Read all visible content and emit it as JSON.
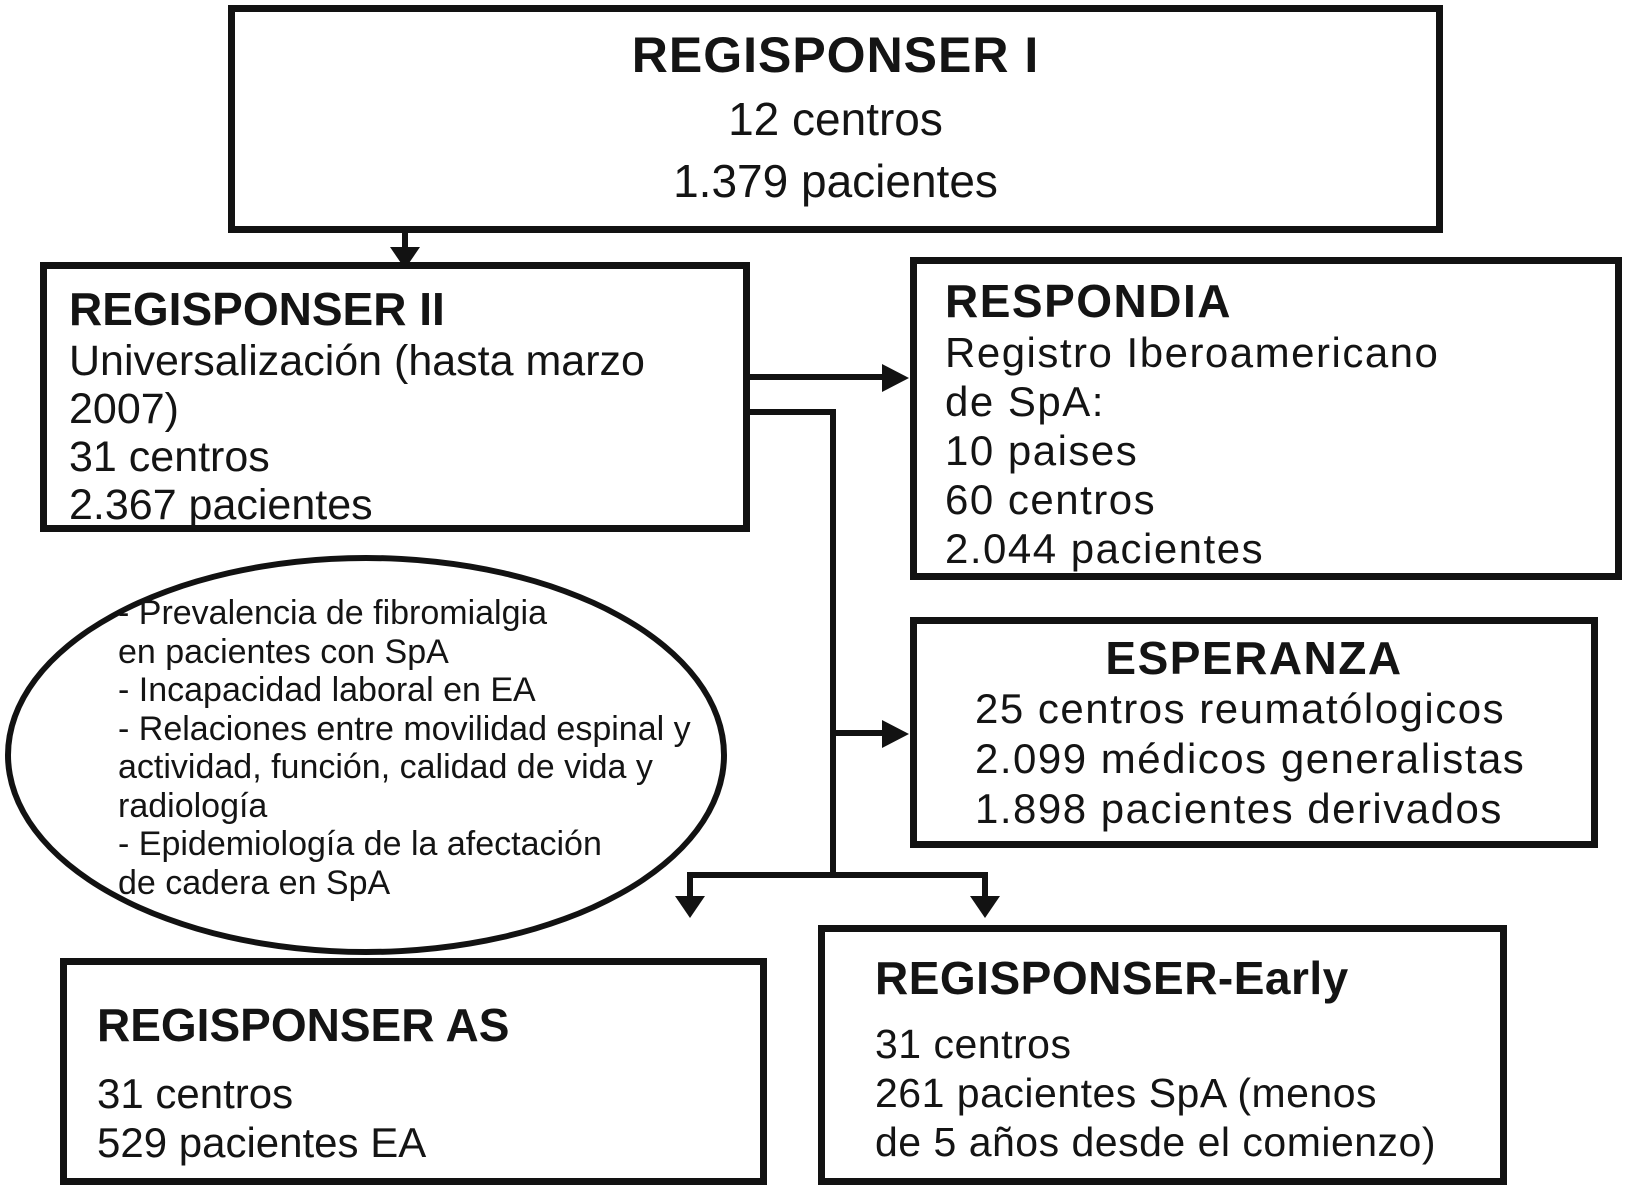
{
  "diagram": {
    "regisponser_i": {
      "title": "REGISPONSER I",
      "line1": "12 centros",
      "line2": "1.379 pacientes"
    },
    "regisponser_ii": {
      "title": "REGISPONSER II",
      "line1": "Universalización (hasta marzo",
      "line2": "2007)",
      "line3": "31 centros",
      "line4": "2.367 pacientes"
    },
    "respondia": {
      "title": "RESPONDIA",
      "line1": "Registro Iberoamericano",
      "line2": "de SpA:",
      "line3": "10 paises",
      "line4": "60 centros",
      "line5": "2.044 pacientes"
    },
    "esperanza": {
      "title": "ESPERANZA",
      "line1": "25 centros reumatólogicos",
      "line2": "2.099 médicos generalistas",
      "line3": "1.898 pacientes derivados"
    },
    "studies_ellipse": {
      "line1": "- Prevalencia de fibromialgia",
      "line2": "en pacientes con SpA",
      "line3": "- Incapacidad laboral en EA",
      "line4": "- Relaciones entre movilidad espinal y",
      "line5": "actividad, función, calidad de vida y",
      "line6": "radiología",
      "line7": "- Epidemiología de la afectación",
      "line8": "de cadera en SpA"
    },
    "regisponser_as": {
      "title": "REGISPONSER AS",
      "line1": "31 centros",
      "line2": "529 pacientes EA"
    },
    "regisponser_early": {
      "title": "REGISPONSER-Early",
      "line1": "31 centros",
      "line2": "261 pacientes SpA (menos",
      "line3": "de 5 años desde el comienzo)"
    },
    "colors": {
      "ink": "#121212",
      "background": "#ffffff"
    }
  }
}
